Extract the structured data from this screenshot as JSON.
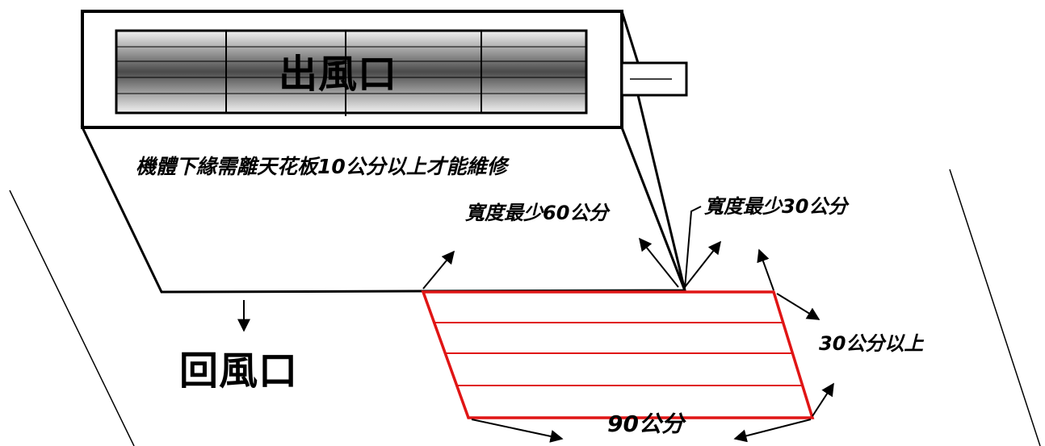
{
  "diagram": {
    "outlet_label": "出風口",
    "maintenance_note": "機體下緣需離天花板10公分以上才能維修",
    "width_60_label": "寬度最少60公分",
    "width_30_label": "寬度最少30公分",
    "above_30_label": "30公分以上",
    "length_90_label": "90公分",
    "inlet_label": "回風口",
    "colors": {
      "outline": "#000000",
      "access_panel": "#e01515"
    }
  }
}
